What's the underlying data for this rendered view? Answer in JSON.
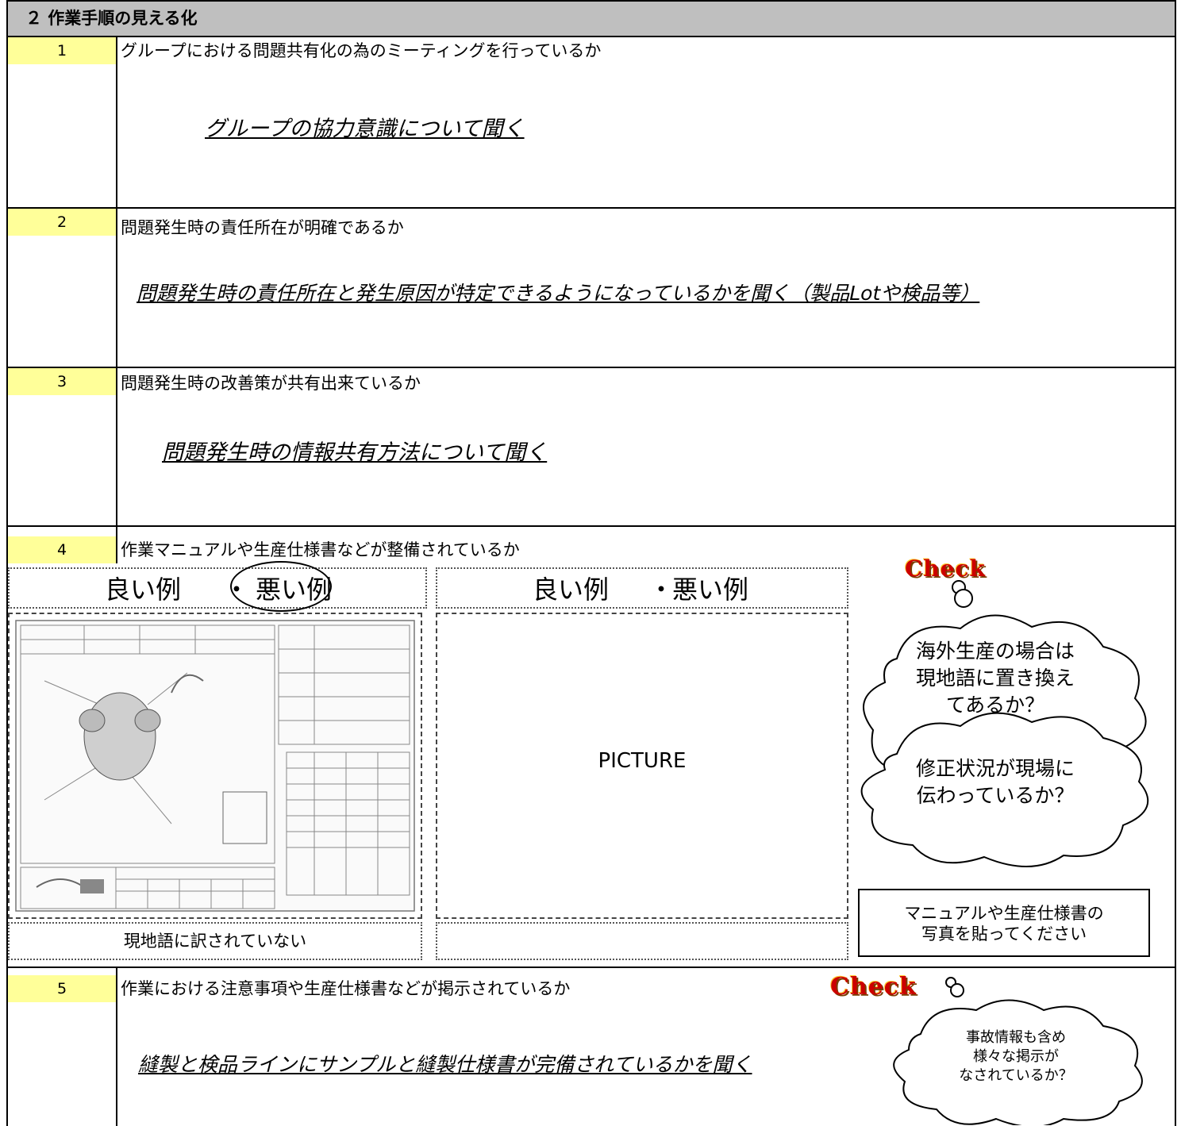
{
  "header": {
    "title": "２ 作業手順の見える化"
  },
  "items": [
    {
      "number": "1",
      "question": "グループにおける問題共有化の為のミーティングを行っているか",
      "note": "グループの協力意識について聞く"
    },
    {
      "number": "2",
      "question": "問題発生時の責任所在が明確であるか",
      "note": "問題発生時の責任所在と発生原因が特定できるようになっているかを聞く（製品Lotや検品等）"
    },
    {
      "number": "3",
      "question": "問題発生時の改善策が共有出来ているか",
      "note": "問題発生時の情報共有方法について聞く"
    },
    {
      "number": "4",
      "question": "作業マニュアルや生産仕様書などが整備されているか"
    },
    {
      "number": "5",
      "question": "作業における注意事項や生産仕様書などが掲示されているか",
      "note": "縫製と検品ラインにサンプルと縫製仕様書が完備されているかを聞く"
    }
  ],
  "example_left": {
    "good": "良い例",
    "dot": "・",
    "bad": "悪い例",
    "caption": "現地語に訳されていない"
  },
  "example_right": {
    "good": "良い例",
    "dot": "・",
    "bad": "悪い例",
    "picture": "PICTURE",
    "caption": ""
  },
  "check4": {
    "badge": "Check",
    "cloud1": [
      "海外生産の場合は",
      "現地語に置き換え",
      "てあるか？"
    ],
    "cloud2": [
      "修正状況が現場に",
      "伝わっているか？"
    ],
    "instruction": [
      "マニュアルや生産仕様書の",
      "写真を貼ってください"
    ]
  },
  "check5": {
    "badge": "Check",
    "cloud": [
      "事故情報も含め",
      "様々な掲示が",
      "なされているか？"
    ]
  }
}
